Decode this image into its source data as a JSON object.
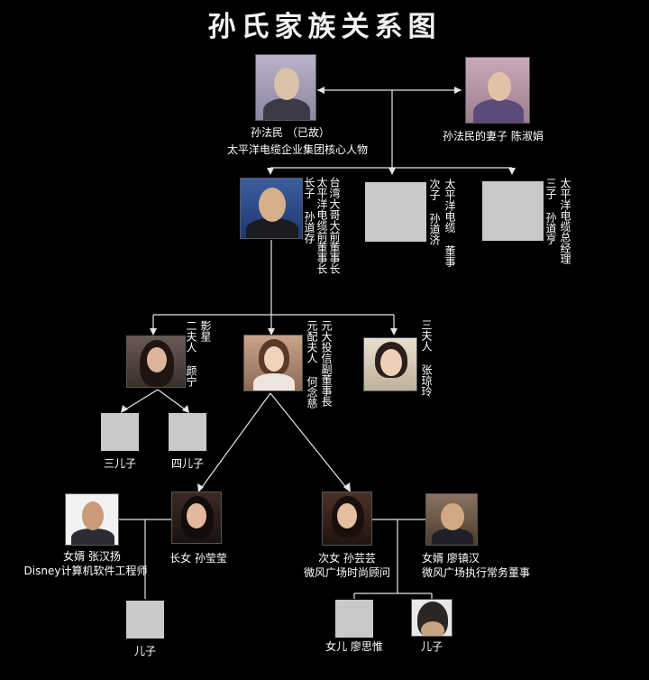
{
  "title": "孙氏家族关系图",
  "gen1": {
    "father_name": "孙法民 （已故）",
    "father_role": "太平洋电缆企业集团核心人物",
    "wife_label": "孙法民的妻子 陈淑娟"
  },
  "gen2": {
    "son1_title": "台湾大哥大前董事长",
    "son1_role": "太平洋电缆前董事长",
    "son1_name": "长子 孙道存",
    "son2_name": "次子 孙道济",
    "son2_role": "太平洋电缆 董事",
    "son3_name": "三子 孙道亨",
    "son3_role": "太平洋电缆总经理"
  },
  "wives": {
    "w2_role": "影星",
    "w2_name": "二夫人 颜宁",
    "w1_role": "元大投信副董事長",
    "w1_name": "元配夫人 何念慈",
    "w3_name": "三夫人 张琼玲"
  },
  "gen3": {
    "son3_label": "三儿子",
    "son4_label": "四儿子",
    "daughter1_label": "长女 孙莹莹",
    "daughter2_label": "次女 孙芸芸",
    "sil1_name": "女婿 张汉扬",
    "sil1_role": "Disney计算机软件工程师",
    "sil2_name": "女婿 廖镇汉",
    "sil2_role": "微风广场执行常务董事",
    "d2_role": "微风广场时尚顾问"
  },
  "gen4": {
    "child1_label": "儿子",
    "child2_label": "女儿 廖思惟",
    "child3_label": "儿子"
  }
}
